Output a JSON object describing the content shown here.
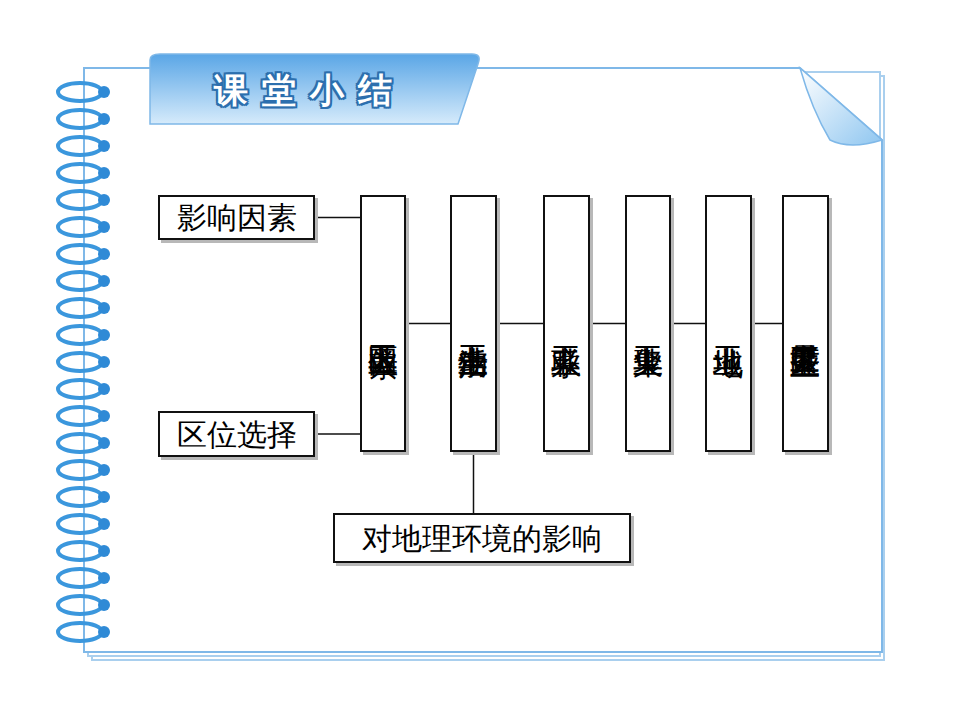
{
  "diagram": {
    "title": "课堂小结",
    "nodes": [
      {
        "text": [
          "影响因素"
        ]
      },
      {
        "text": [
          "区位选择"
        ]
      },
      {
        "text": [
          "工业区位因素"
        ]
      },
      {
        "text": [
          "工业生产活动"
        ]
      },
      {
        "text": [
          "工业联系"
        ]
      },
      {
        "text": [
          "工业集聚"
        ]
      },
      {
        "text": [
          "工业地域"
        ]
      },
      {
        "text": [
          "世界主要工业区"
        ]
      },
      {
        "text": [
          "对地理环境的影响"
        ]
      }
    ],
    "edges": [
      {
        "from": 0,
        "to": 2,
        "arrow": "none"
      },
      {
        "from": 1,
        "to": 2,
        "arrow": "none"
      },
      {
        "from": 2,
        "to": 3,
        "arrow": "none"
      },
      {
        "from": 3,
        "to": 4,
        "arrow": "none"
      },
      {
        "from": 4,
        "to": 5,
        "arrow": "none"
      },
      {
        "from": 5,
        "to": 6,
        "arrow": "none"
      },
      {
        "from": 6,
        "to": 7,
        "arrow": "none"
      },
      {
        "from": 3,
        "to": 8,
        "arrow": "none"
      }
    ]
  }
}
